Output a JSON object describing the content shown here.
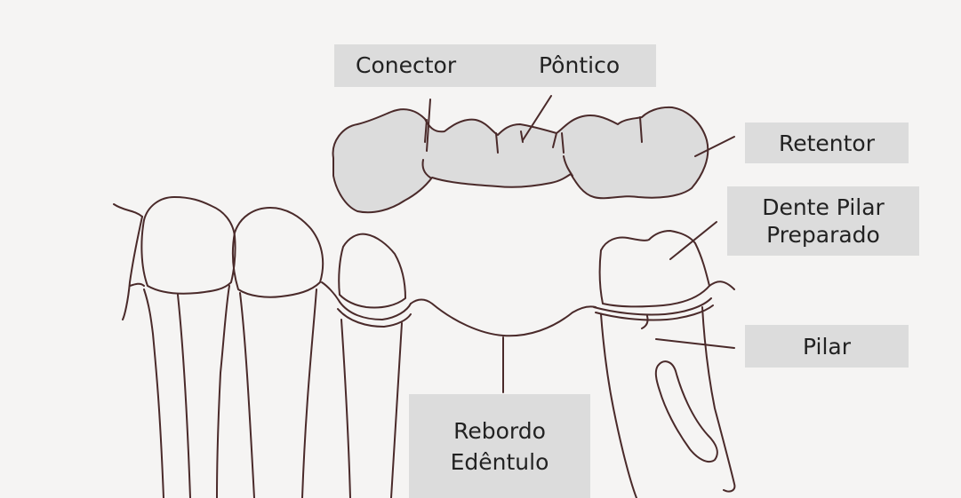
{
  "labels": {
    "conector": "Conector",
    "pontico": "Pôntico",
    "retentor": "Retentor",
    "dente_pilar_line1": "Dente Pilar",
    "dente_pilar_line2": "Preparado",
    "pilar": "Pilar",
    "rebordo_line1": "Rebordo",
    "rebordo_line2": "Edêntulo"
  },
  "colors": {
    "background": "#f5f4f3",
    "label_box": "#dcdcdc",
    "line_ink": "#4a2a2a",
    "bridge_fill": "#dcdcdc"
  }
}
